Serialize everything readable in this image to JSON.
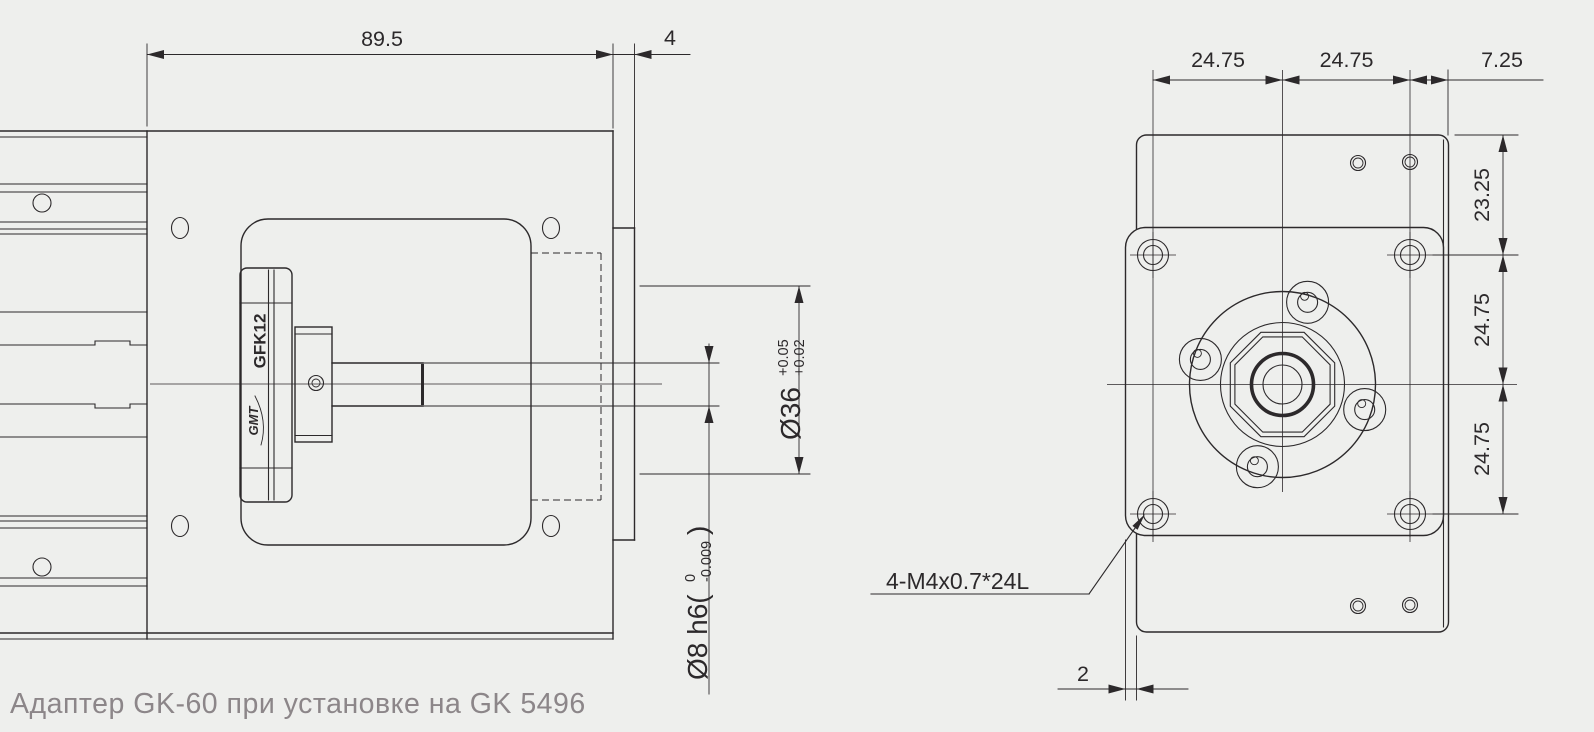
{
  "colors": {
    "background": "#eeefed",
    "line": "#2c292b",
    "caption_gray": "#8c8689"
  },
  "caption": {
    "text": "Адаптер GK-60 при установке на GK 5496"
  },
  "left_view": {
    "coupling_label": "GFK12",
    "coupling_brand": "GMT",
    "dims": {
      "overall_width": "89.5",
      "flange_thickness": "4",
      "bore": {
        "prefix": "Ø36",
        "tol_upper": "+0.05",
        "tol_lower": "+0.02"
      },
      "shaft": {
        "prefix": "Ø8 h6(",
        "tol_upper": "0",
        "tol_lower": "-0.009",
        "suffix": ")"
      }
    }
  },
  "right_view": {
    "dims": {
      "top_left_span": "24.75",
      "top_mid_span": "24.75",
      "top_right_span": "7.25",
      "side_top_span": "23.25",
      "side_mid_span": "24.75",
      "side_bottom_span": "24.75",
      "bottom_offset": "2",
      "thread_note": "4-M4x0.7*24L"
    }
  }
}
